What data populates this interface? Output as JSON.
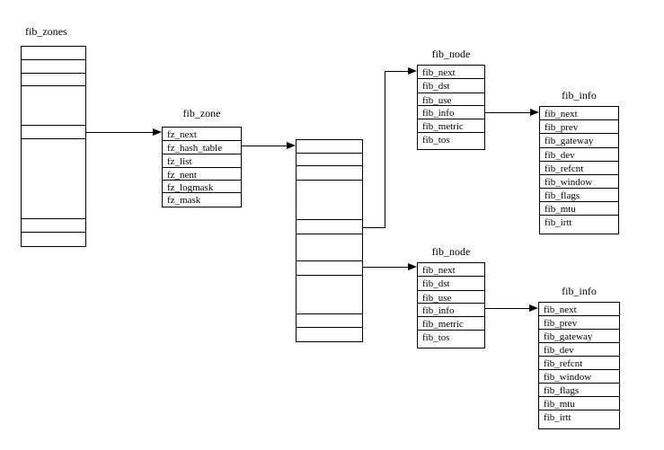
{
  "colors": {
    "background": "#ffffff",
    "line": "#000000",
    "text": "#000000"
  },
  "structs": {
    "fib_zones": {
      "label": "fib_zones",
      "empty_row_count": 8
    },
    "fib_zone": {
      "label": "fib_zone",
      "fields": [
        "fz_next",
        "fz_hash_table",
        "fz_list",
        "fz_nent",
        "fz_logmask",
        "fz_mask"
      ]
    },
    "hash_table": {
      "empty_row_count": 10
    },
    "fib_node_top": {
      "label": "fib_node",
      "fields": [
        "fib_next",
        "fib_dst",
        "fib_use",
        "fib_info",
        "fib_metric",
        "fib_tos"
      ]
    },
    "fib_info_top": {
      "label": "fib_info",
      "fields": [
        "fib_next",
        "fib_prev",
        "fib_gateway",
        "fib_dev",
        "fib_refcnt",
        "fib_window",
        "fib_flags",
        "fib_mtu",
        "fib_irtt"
      ]
    },
    "fib_node_bottom": {
      "label": "fib_node",
      "fields": [
        "fib_next",
        "fib_dst",
        "fib_use",
        "fib_info",
        "fib_metric",
        "fib_tos"
      ]
    },
    "fib_info_bottom": {
      "label": "fib_info",
      "fields": [
        "fib_next",
        "fib_prev",
        "fib_gateway",
        "fib_dev",
        "fib_refcnt",
        "fib_window",
        "fib_flags",
        "fib_mtu",
        "fib_irtt"
      ]
    }
  },
  "connections": [
    {
      "from": "fib_zones (zone entry row)",
      "to": "fib_zone.fz_next",
      "shape": "straight"
    },
    {
      "from": "fib_zone.fz_hash_table",
      "to": "hash_table (first row)",
      "shape": "straight"
    },
    {
      "from": "hash_table (bucket row)",
      "to": "fib_node_top.fib_next",
      "shape": "elbow-up"
    },
    {
      "from": "hash_table (bucket row)",
      "to": "fib_node_bottom.fib_next",
      "shape": "straight"
    },
    {
      "from": "fib_node_top.fib_info",
      "to": "fib_info_top.fib_next",
      "shape": "straight"
    },
    {
      "from": "fib_node_bottom.fib_info",
      "to": "fib_info_bottom.fib_next",
      "shape": "straight"
    }
  ]
}
